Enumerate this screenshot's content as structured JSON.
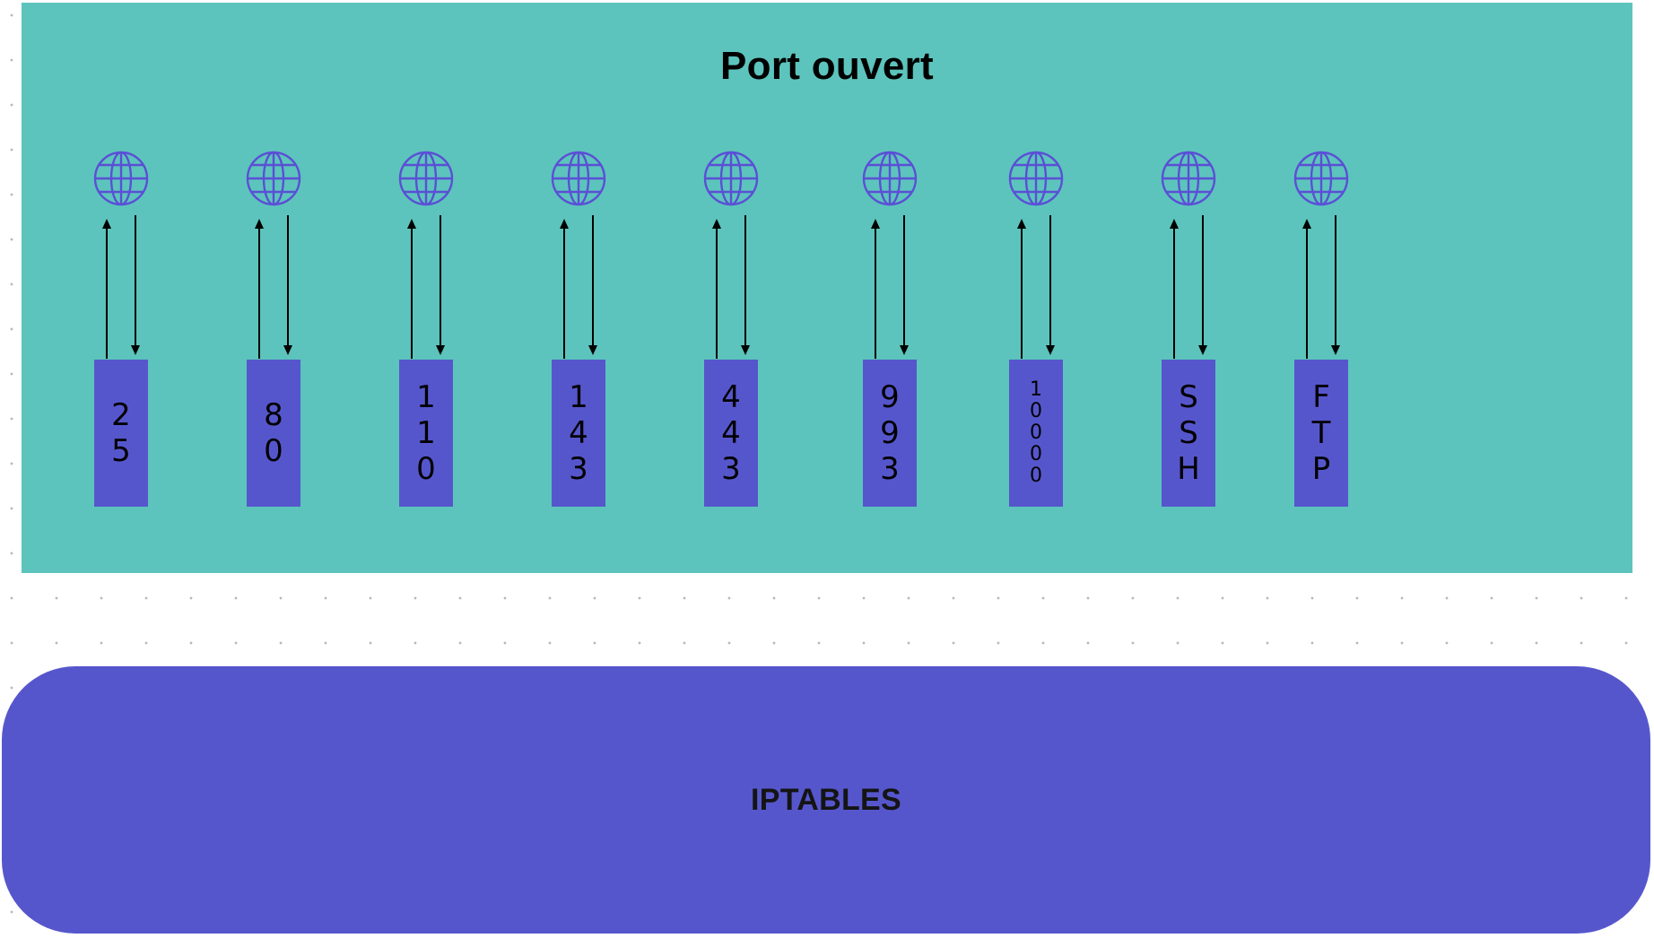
{
  "title": "Port ouvert",
  "footer_label": "IPTABLES",
  "colors": {
    "panel": "#5cc4bc",
    "box": "#5656cc",
    "globe": "#5b4fd6",
    "arrow": "#000000"
  },
  "ports": [
    {
      "label": "25",
      "icon": "globe-icon"
    },
    {
      "label": "80",
      "icon": "globe-icon"
    },
    {
      "label": "110",
      "icon": "globe-icon"
    },
    {
      "label": "143",
      "icon": "globe-icon"
    },
    {
      "label": "443",
      "icon": "globe-icon"
    },
    {
      "label": "993",
      "icon": "globe-icon"
    },
    {
      "label": "10000",
      "icon": "globe-icon"
    },
    {
      "label": "SSH",
      "icon": "globe-icon"
    },
    {
      "label": "FTP",
      "icon": "globe-icon"
    }
  ]
}
